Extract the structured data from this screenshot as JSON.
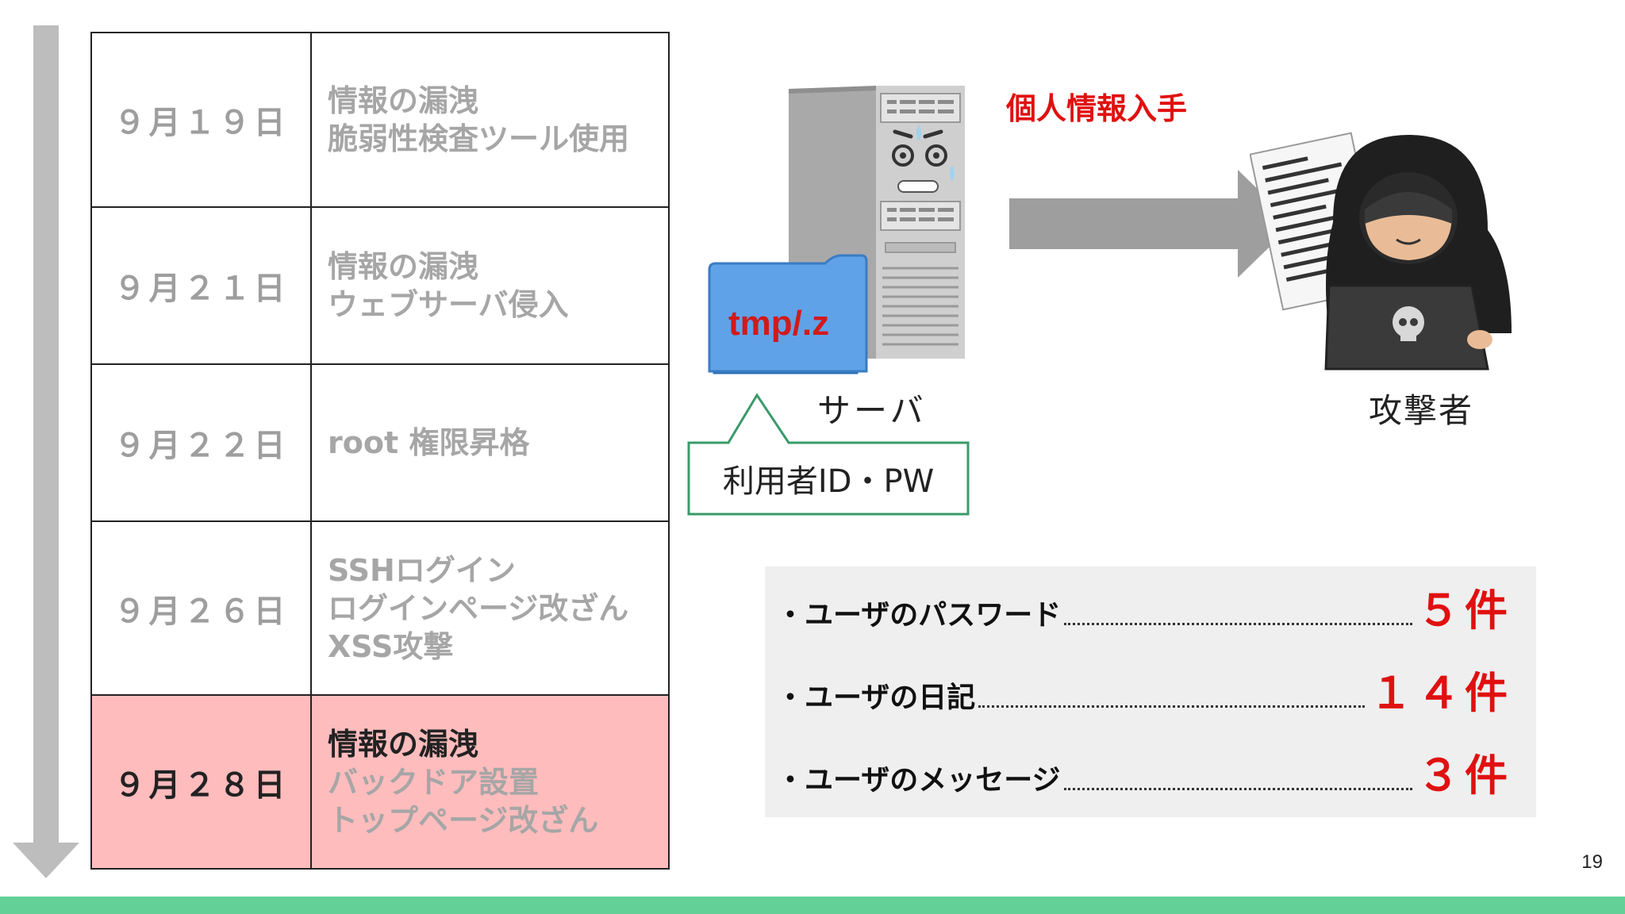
{
  "timeline": [
    {
      "date": "９月１９日",
      "events": [
        "情報の漏洩",
        "脆弱性検査ツール使用"
      ],
      "highlight": false
    },
    {
      "date": "９月２１日",
      "events": [
        "情報の漏洩",
        "ウェブサーバ侵入"
      ],
      "highlight": false
    },
    {
      "date": "９月２２日",
      "events": [
        "root 権限昇格"
      ],
      "highlight": false
    },
    {
      "date": "９月２６日",
      "events": [
        "SSHログイン",
        "ログインページ改ざん",
        "XSS攻撃"
      ],
      "highlight": false
    },
    {
      "date": "９月２８日",
      "events": [
        "情報の漏洩",
        "バックドア設置",
        "トップページ改ざん"
      ],
      "highlight": true
    }
  ],
  "diagram": {
    "folder_label": "tmp/.z",
    "server_label": "サーバ",
    "callout_text": "利用者ID・PW",
    "arrow_caption": "個人情報入手",
    "attacker_label": "攻撃者"
  },
  "stats": [
    {
      "label": "・ユーザのパスワード",
      "value": "５件"
    },
    {
      "label": "・ユーザの日記",
      "value": "１４件"
    },
    {
      "label": "・ユーザのメッセージ",
      "value": "３件"
    }
  ],
  "page_number": "19",
  "colors": {
    "highlight_row": "#ffbcbd",
    "accent_red": "#e01010",
    "footer_green": "#62d097",
    "muted_text": "#a6a6a6"
  }
}
